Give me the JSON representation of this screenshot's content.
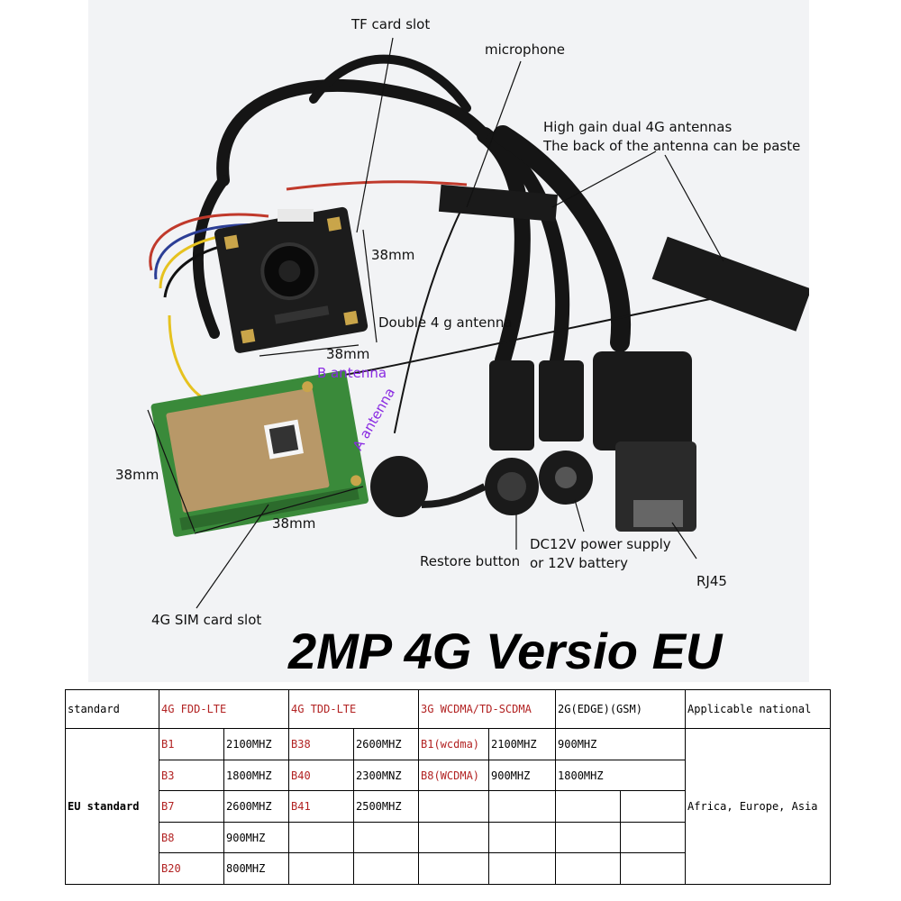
{
  "labels": {
    "tf_card_slot": "TF card slot",
    "microphone": "microphone",
    "antenna_line1": "High gain dual 4G antennas",
    "antenna_line2": "The back of the antenna can be paste",
    "dim_top_board_right": "38mm",
    "double_4g_antenna": "Double 4 g antenna",
    "dim_top_board_bottom": "38mm",
    "b_antenna": "B antenna",
    "a_antenna": "A antenna",
    "dim_4g_board_left": "38mm",
    "dim_4g_board_bottom": "38mm",
    "dc12v_power": "DC12V power supply",
    "restore_button": "Restore button",
    "or_battery": "or 12V battery",
    "rj45": "RJ45",
    "sim_card_slot": "4G SIM card slot",
    "title": "2MP 4G Versio EU"
  },
  "colors": {
    "photo_bg": "#f2f3f5",
    "pcb_camera": "#1c1c1c",
    "pcb_4g": "#3a8a3a",
    "module_4g": "#b89868",
    "cable": "#151515",
    "accent_purple": "#8a2be2",
    "table_red": "#b22222"
  },
  "table": {
    "header": {
      "standard": "standard",
      "fdd": "4G FDD-LTE",
      "tdd": "4G TDD-LTE",
      "wcdma": "3G WCDMA/TD-SCDMA",
      "gsm": "2G(EDGE)(GSM)",
      "national": "Applicable national"
    },
    "eu_label": "EU standard",
    "national_value": "Africa, Europe, Asia",
    "rows": [
      {
        "fdd_band": "B1",
        "fdd_freq": "2100MHZ",
        "tdd_band": "B38",
        "tdd_freq": "2600MHZ",
        "w_band": "B1(wcdma)",
        "w_freq": "2100MHZ",
        "g1": "900MHZ",
        "g2": ""
      },
      {
        "fdd_band": "B3",
        "fdd_freq": "1800MHZ",
        "tdd_band": "B40",
        "tdd_freq": "2300MNZ",
        "w_band": "B8(WCDMA)",
        "w_freq": "900MHZ",
        "g1": "1800MHZ",
        "g2": ""
      },
      {
        "fdd_band": "B7",
        "fdd_freq": "2600MHZ",
        "tdd_band": "B41",
        "tdd_freq": "2500MHZ",
        "w_band": "",
        "w_freq": "",
        "g1": "",
        "g2": ""
      },
      {
        "fdd_band": "B8",
        "fdd_freq": "900MHZ",
        "tdd_band": "",
        "tdd_freq": "",
        "w_band": "",
        "w_freq": "",
        "g1": "",
        "g2": ""
      },
      {
        "fdd_band": "B20",
        "fdd_freq": "800MHZ",
        "tdd_band": "",
        "tdd_freq": "",
        "w_band": "",
        "w_freq": "",
        "g1": "",
        "g2": ""
      }
    ]
  }
}
